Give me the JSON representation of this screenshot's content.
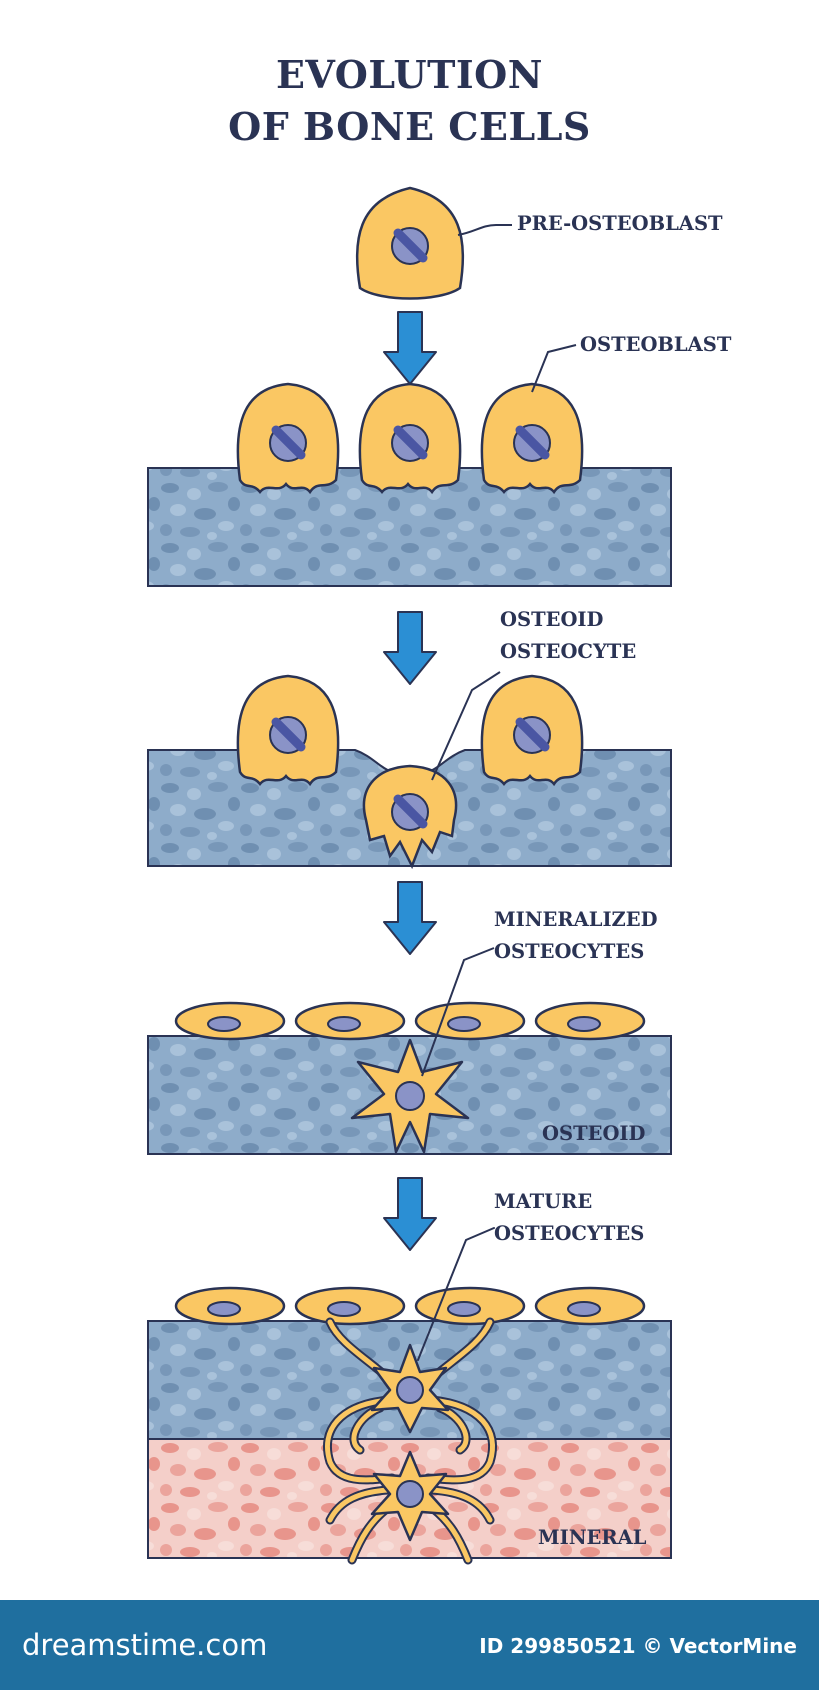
{
  "title": {
    "line1": "EVOLUTION",
    "line2": "OF BONE CELLS"
  },
  "labels": {
    "pre_osteoblast": "PRE-OSTEOBLAST",
    "osteoblast": "OSTEOBLAST",
    "osteoid_osteocyte_1": "OSTEOID",
    "osteoid_osteocyte_2": "OSTEOCYTE",
    "mineralized_1": "MINERALIZED",
    "mineralized_2": "OSTEOCYTES",
    "osteoid_layer": "OSTEOID",
    "mature_1": "MATURE",
    "mature_2": "OSTEOCYTES",
    "mineral_layer": "MINERAL"
  },
  "footer": {
    "logo": "dreamstime.com",
    "id_text": "ID 299850521 © VectorMine"
  },
  "colors": {
    "cell_fill": "#fac763",
    "cell_stroke": "#2a3354",
    "nucleus": "#8a93c7",
    "osteoid_bg": "#8aa9c7",
    "mineral_bg": "#f2c9c3",
    "arrow": "#2b8fd4",
    "footer": "#1f6f9f"
  }
}
